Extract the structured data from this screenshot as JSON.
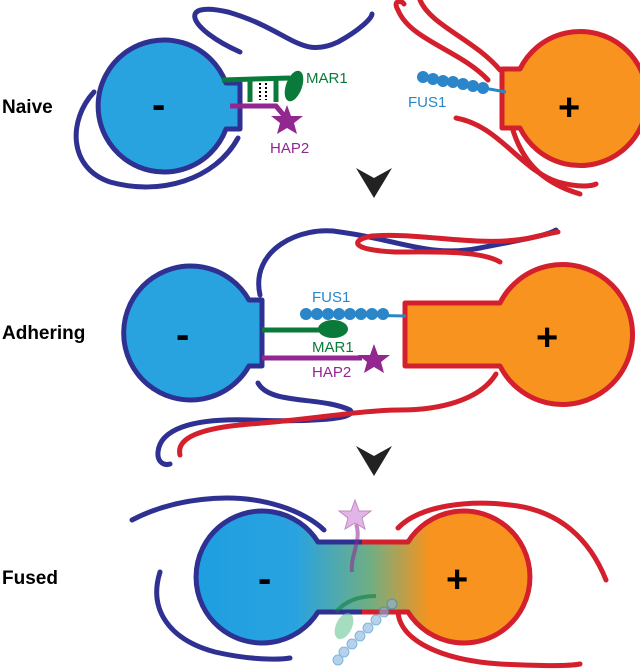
{
  "stages": {
    "naive": "Naive",
    "adhering": "Adhering",
    "fused": "Fused"
  },
  "mating_types": {
    "minus": "-",
    "plus": "+"
  },
  "proteins": {
    "mar1": "MAR1",
    "hap2": "HAP2",
    "fus1": "FUS1"
  },
  "colors": {
    "minus_cell": "#29a3e0",
    "minus_cell_dark": "#1e90d6",
    "minus_membrane": "#2e3192",
    "plus_cell": "#f7931e",
    "plus_membrane": "#d4202c",
    "mar1": "#0a7a3a",
    "hap2": "#92278f",
    "fus1": "#2a86c8",
    "arrow": "#222222"
  }
}
